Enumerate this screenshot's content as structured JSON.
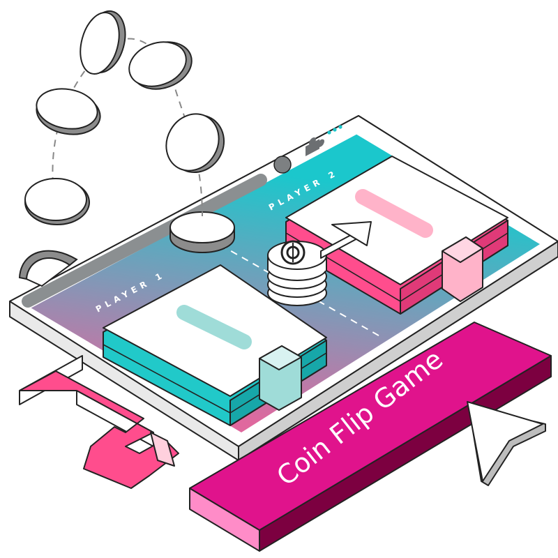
{
  "player_one_label": "PLAYER 1",
  "player_two_label": "PLAYER 2",
  "button_label": "Coin Flip Game",
  "icons": [
    "puzzle-icon",
    "dollar-coin-icon",
    "arrow-icon",
    "wrench-icon",
    "cursor-icon"
  ],
  "colors": {
    "teal": "#21c9c9",
    "pink": "#ff4d8d",
    "magenta": "#e0138c",
    "screen_top": "#1bc7cc",
    "screen_bottom": "#e0689e"
  }
}
